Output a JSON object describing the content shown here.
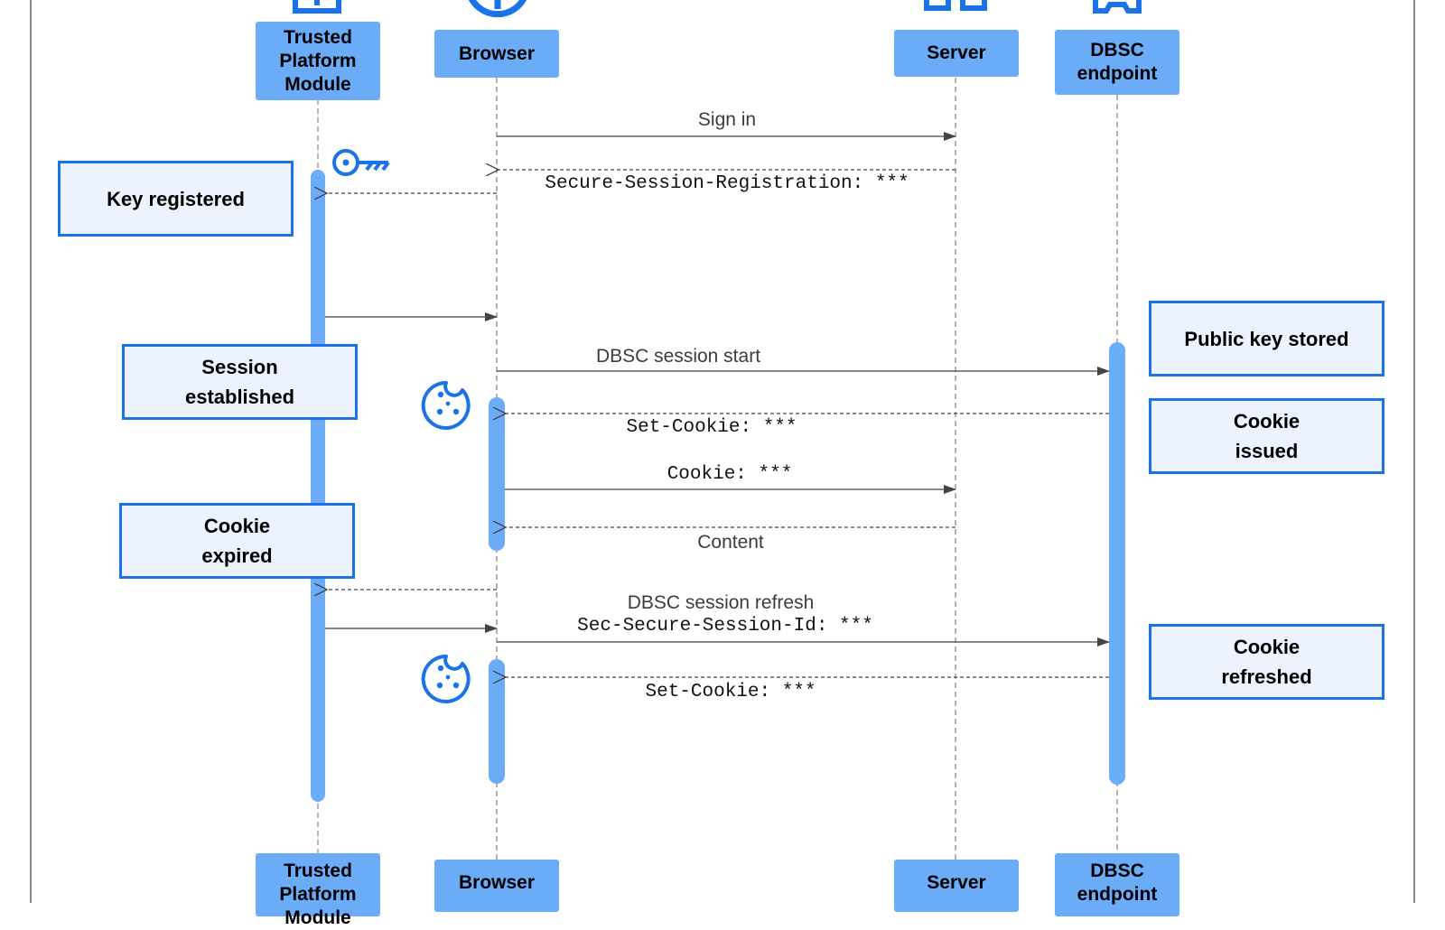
{
  "participants": {
    "tpm": "Trusted\nPlatform\nModule",
    "browser": "Browser",
    "server": "Server",
    "dbsc": "DBSC\nendpoint"
  },
  "notes": {
    "key_registered": "Key registered",
    "session_established": "Session\nestablished",
    "cookie_expired": "Cookie\nexpired",
    "public_key_stored": "Public key stored",
    "cookie_issued": "Cookie\nissued",
    "cookie_refreshed": "Cookie\nrefreshed"
  },
  "messages": {
    "sign_in": "Sign in",
    "secure_session_registration": "Secure-Session-Registration: ***",
    "dbsc_session_start": "DBSC session start",
    "set_cookie_1": "Set-Cookie: ***",
    "cookie": "Cookie: ***",
    "content": "Content",
    "dbsc_session_refresh": "DBSC session refresh",
    "sec_secure_session_id": "Sec-Secure-Session-Id: ***",
    "set_cookie_2": "Set-Cookie: ***"
  },
  "icons": [
    "key-icon",
    "cookie-icon",
    "tpm-chip-icon",
    "browser-globe-icon",
    "server-icon",
    "dbsc-endpoint-icon"
  ],
  "colors": {
    "participant_fill": "#6aacf8",
    "note_fill": "#ecf3fe",
    "note_border": "#1a73e8",
    "icon": "#1a73e8",
    "arrow": "#444444"
  }
}
